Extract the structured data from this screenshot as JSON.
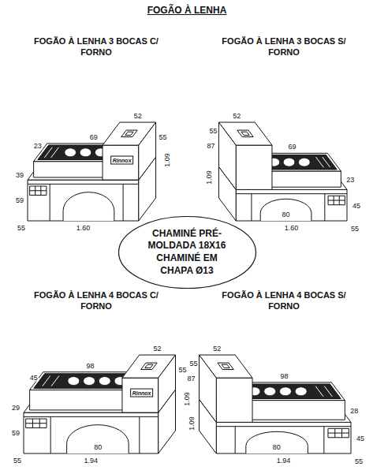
{
  "diagram": {
    "title": "FOGÃO À LENHA",
    "nodes": [
      {
        "text": [
          "CHAMINÉ PRÉ-MOLDADA 18X16 CHAMINÉ EM CHAPA Ø13"
        ]
      }
    ],
    "labels": [
      "FOGÃO À LENHA 3 BOCAS C/ FORNO",
      "Rinnox",
      "52",
      "55",
      "69",
      "23",
      "39",
      "1.09",
      "59",
      "1.60",
      "55",
      "FOGÃO À LENHA 3 BOCAS S/ FORNO",
      "55",
      "52",
      "87",
      "1.09",
      "69",
      "23",
      "45",
      "80",
      "1.60",
      "55",
      "FOGÃO À LENHA 4 BOCAS C/ FORNO",
      "Rinnox",
      "52",
      "55",
      "98",
      "45",
      "29",
      "1.09",
      "59",
      "80",
      "1.94",
      "55",
      "FOGÃO À LENHA 4 BOCAS S/ FORNO",
      "55",
      "52",
      "87",
      "1.09",
      "98",
      "28",
      "45",
      "80",
      "1.94",
      "55"
    ]
  }
}
